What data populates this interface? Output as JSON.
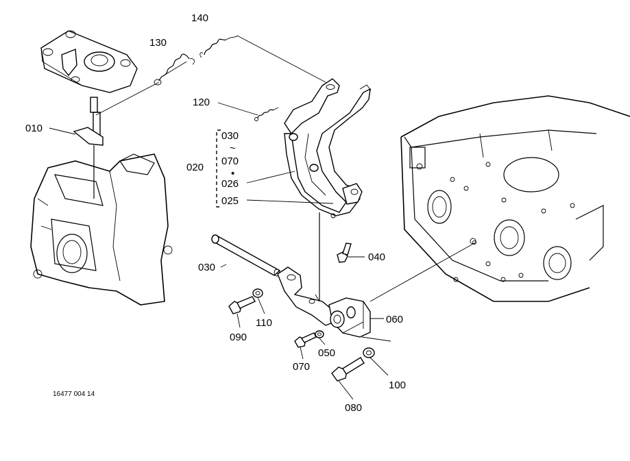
{
  "diagram": {
    "labels": {
      "p010": "010",
      "p020": "020",
      "p025": "025",
      "p026": "026",
      "p030_group": "030",
      "p030": "030",
      "p040": "040",
      "p050": "050",
      "p060": "060",
      "p070_group": "070",
      "p070": "070",
      "p080": "080",
      "p090": "090",
      "p100": "100",
      "p110": "110",
      "p120": "120",
      "p130": "130",
      "p140": "140",
      "range_mark": "~",
      "bullet_mark": "•"
    },
    "figure_code": "16477 004 14"
  }
}
